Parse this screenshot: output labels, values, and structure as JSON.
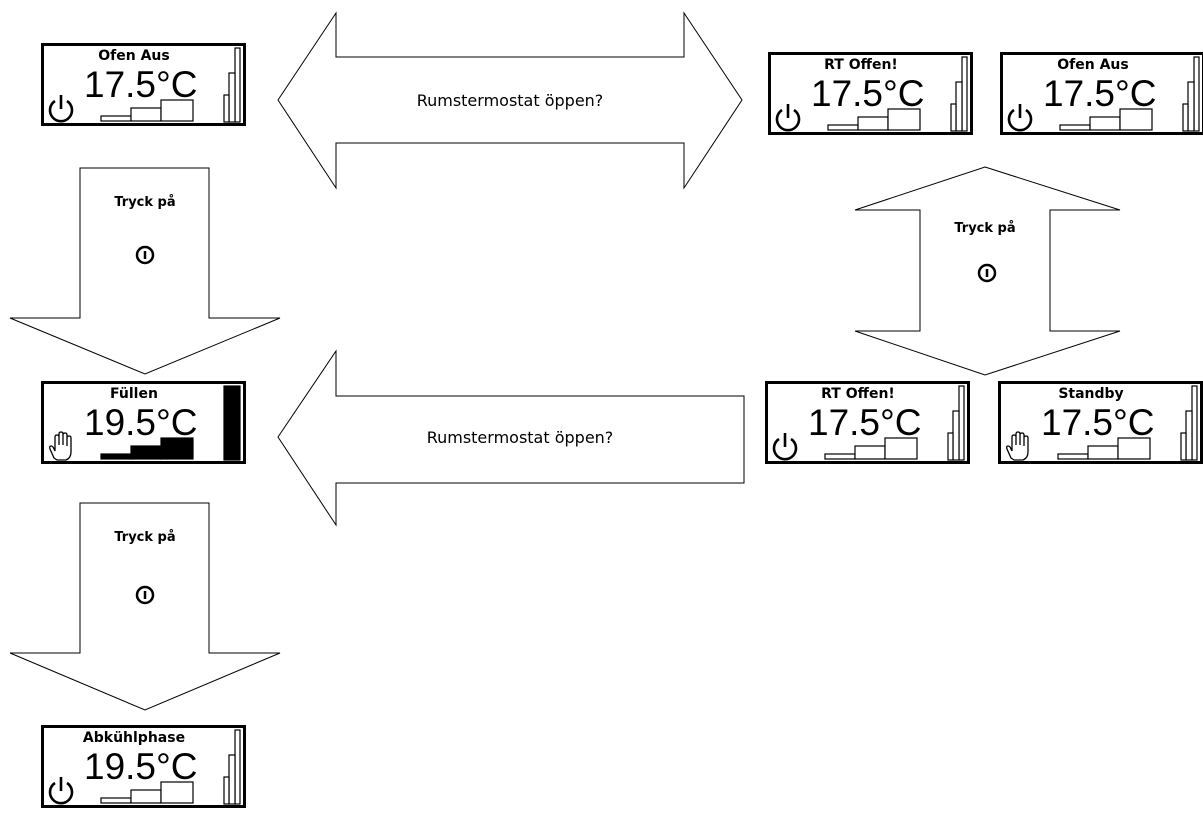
{
  "screens": {
    "ofen_aus_left": {
      "title": "Ofen Aus",
      "temperature": "17.5°C",
      "mode_icon": "power-icon",
      "filled": false
    },
    "rt_offen_top": {
      "title": "RT Offen!",
      "temperature": "17.5°C",
      "mode_icon": "power-icon",
      "filled": false
    },
    "ofen_aus_right": {
      "title": "Ofen Aus",
      "temperature": "17.5°C",
      "mode_icon": "power-icon",
      "filled": false
    },
    "fuellen": {
      "title": "Füllen",
      "temperature": "19.5°C",
      "mode_icon": "hand-icon",
      "filled": true
    },
    "rt_offen_bottom": {
      "title": "RT Offen!",
      "temperature": "17.5°C",
      "mode_icon": "power-icon",
      "filled": false
    },
    "standby": {
      "title": "Standby",
      "temperature": "17.5°C",
      "mode_icon": "hand-icon",
      "filled": false
    },
    "abkuehlphase": {
      "title": "Abkühlphase",
      "temperature": "19.5°C",
      "mode_icon": "power-icon",
      "filled": false
    }
  },
  "arrows": {
    "top_double": {
      "label": "Rumstermostat öppen?"
    },
    "middle_left": {
      "label": "Rumstermostat öppen?"
    },
    "down_1": {
      "label": "Tryck på",
      "icon": "power-button-icon"
    },
    "down_2": {
      "label": "Tryck på",
      "icon": "power-button-icon"
    },
    "right_double": {
      "label": "Tryck på",
      "icon": "power-button-icon"
    }
  },
  "colors": {
    "line": "#000000",
    "background": "#ffffff"
  }
}
